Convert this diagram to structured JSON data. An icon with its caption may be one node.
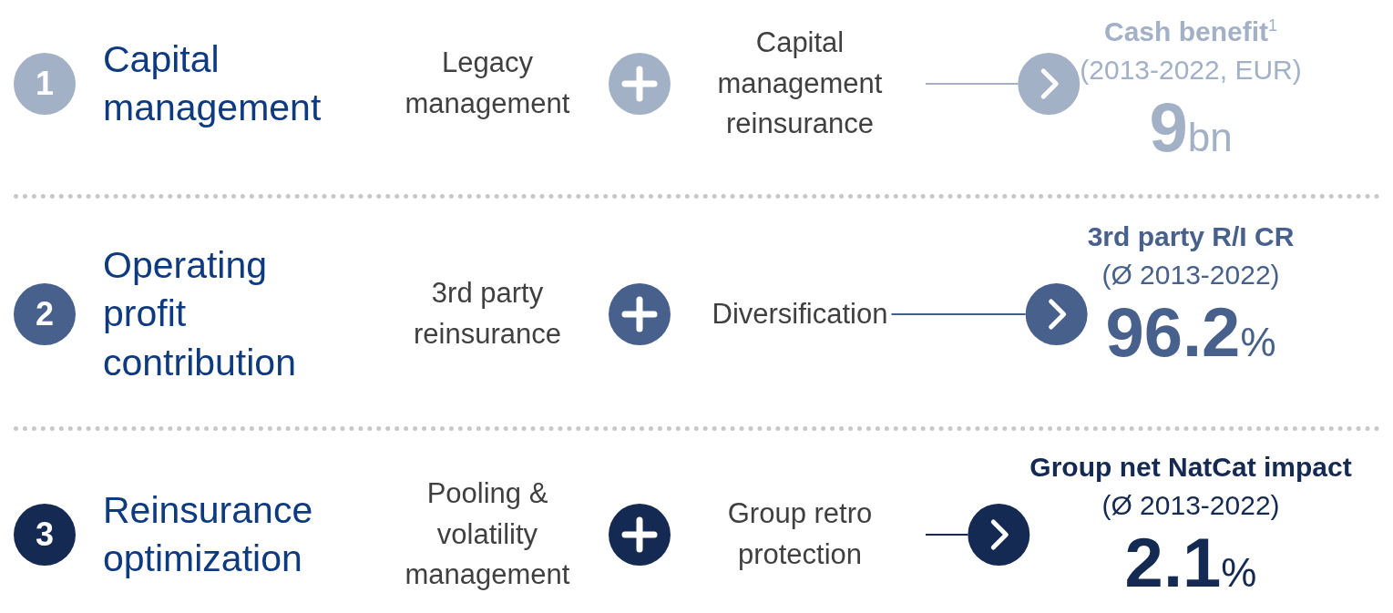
{
  "diagram": {
    "nodes": [
      {
        "text": [
          "1"
        ]
      },
      {
        "text": [
          "Capital management"
        ]
      },
      {
        "text": [
          "Legacy management"
        ]
      },
      {
        "text": [
          "Capital management reinsurance"
        ]
      },
      {
        "text": [
          "Cash benefit$^{1}$",
          "(2013-2022, EUR)",
          "9bn"
        ]
      },
      {
        "text": [
          "2"
        ]
      },
      {
        "text": [
          "Operating profit contribution"
        ]
      },
      {
        "text": [
          "3rd party reinsurance"
        ]
      },
      {
        "text": [
          "Diversification"
        ]
      },
      {
        "text": [
          "3rd party R/I CR",
          "(Ø 2013-2022)",
          "96.2%"
        ]
      },
      {
        "text": [
          "3"
        ]
      },
      {
        "text": [
          "Reinsurance optimization"
        ]
      },
      {
        "text": [
          "Pooling & volatility management"
        ]
      },
      {
        "text": [
          "Group retro protection"
        ]
      },
      {
        "text": [
          "Group net NatCat impact",
          "(Ø 2013-2022)",
          "2.1%"
        ]
      }
    ],
    "edges": [
      {
        "from": 3,
        "to": 4,
        "arrow": "to",
        "color": "#a3b1c7"
      },
      {
        "from": 8,
        "to": 9,
        "arrow": "to",
        "color": "#48618c"
      },
      {
        "from": 13,
        "to": 14,
        "arrow": "to",
        "color": "#152a52"
      }
    ]
  }
}
